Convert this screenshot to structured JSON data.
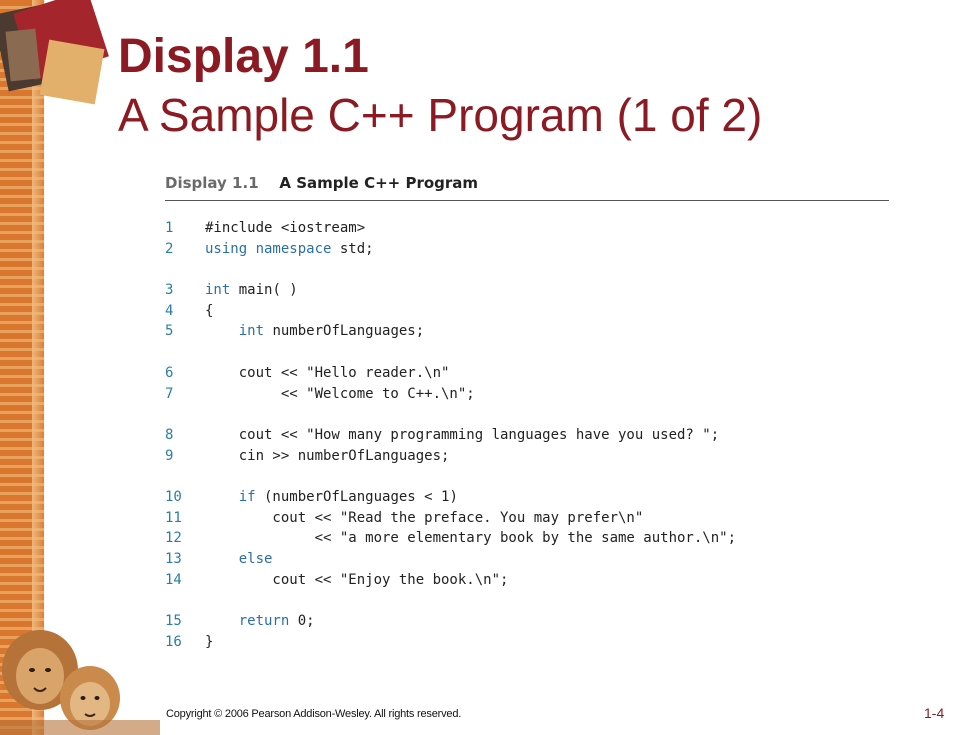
{
  "slide": {
    "title_line1": "Display 1.1",
    "title_line2": "A Sample C++ Program (1 of 2)",
    "figure_label": "Display 1.1",
    "figure_caption": "A Sample C++ Program",
    "copyright": "Copyright © 2006 Pearson Addison-Wesley. All rights reserved.",
    "page_number": "1-4"
  },
  "colors": {
    "title": "#8b1a22",
    "line_number": "#2a7da8",
    "keyword": "#2a6fa8",
    "left_bar": "#d9772e"
  },
  "code_groups": [
    [
      {
        "n": "1",
        "parts": [
          {
            "t": "#include <iostream>"
          }
        ]
      },
      {
        "n": "2",
        "parts": [
          {
            "t": "using namespace",
            "kw": true
          },
          {
            "t": " std;"
          }
        ]
      }
    ],
    [
      {
        "n": "3",
        "parts": [
          {
            "t": "int",
            "kw": true
          },
          {
            "t": " main( )"
          }
        ]
      },
      {
        "n": "4",
        "parts": [
          {
            "t": "{"
          }
        ]
      },
      {
        "n": "5",
        "parts": [
          {
            "t": "    "
          },
          {
            "t": "int",
            "kw": true
          },
          {
            "t": " numberOfLanguages;"
          }
        ]
      }
    ],
    [
      {
        "n": "6",
        "parts": [
          {
            "t": "    cout << \"Hello reader.\\n\""
          }
        ]
      },
      {
        "n": "7",
        "parts": [
          {
            "t": "         << \"Welcome to C++.\\n\";"
          }
        ]
      }
    ],
    [
      {
        "n": "8",
        "parts": [
          {
            "t": "    cout << \"How many programming languages have you used? \";"
          }
        ]
      },
      {
        "n": "9",
        "parts": [
          {
            "t": "    cin >> numberOfLanguages;"
          }
        ]
      }
    ],
    [
      {
        "n": "10",
        "parts": [
          {
            "t": "    "
          },
          {
            "t": "if",
            "kw": true
          },
          {
            "t": " (numberOfLanguages < 1)"
          }
        ]
      },
      {
        "n": "11",
        "parts": [
          {
            "t": "        cout << \"Read the preface. You may prefer\\n\""
          }
        ]
      },
      {
        "n": "12",
        "parts": [
          {
            "t": "             << \"a more elementary book by the same author.\\n\";"
          }
        ]
      },
      {
        "n": "13",
        "parts": [
          {
            "t": "    "
          },
          {
            "t": "else",
            "kw": true
          }
        ]
      },
      {
        "n": "14",
        "parts": [
          {
            "t": "        cout << \"Enjoy the book.\\n\";"
          }
        ]
      }
    ],
    [
      {
        "n": "15",
        "parts": [
          {
            "t": "    "
          },
          {
            "t": "return",
            "kw": true
          },
          {
            "t": " 0;"
          }
        ]
      },
      {
        "n": "16",
        "parts": [
          {
            "t": "}"
          }
        ]
      }
    ]
  ]
}
